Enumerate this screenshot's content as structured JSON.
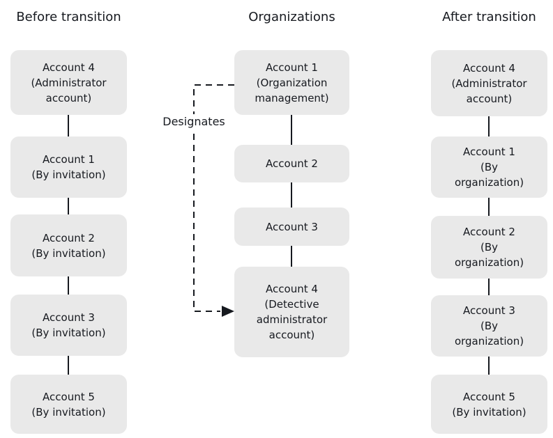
{
  "designates_label": "Designates",
  "columns": [
    {
      "header": "Before transition",
      "boxes": [
        {
          "label": "Account 4\n(Administrator\naccount)"
        },
        {
          "label": "Account 1\n(By invitation)"
        },
        {
          "label": "Account 2\n(By invitation)"
        },
        {
          "label": "Account 3\n(By invitation)"
        },
        {
          "label": "Account 5\n(By invitation)"
        }
      ]
    },
    {
      "header": "Organizations",
      "boxes": [
        {
          "label": "Account 1\n(Organization\nmanagement)"
        },
        {
          "label": "Account 2"
        },
        {
          "label": "Account 3"
        },
        {
          "label": "Account 4\n(Detective\nadministrator\naccount)"
        }
      ]
    },
    {
      "header": "After transition",
      "boxes": [
        {
          "label": "Account 4\n(Administrator\naccount)"
        },
        {
          "label": "Account 1\n(By\norganization)"
        },
        {
          "label": "Account 2\n(By\norganization)"
        },
        {
          "label": "Account 3\n(By\norganization)"
        },
        {
          "label": "Account 5\n(By invitation)"
        }
      ]
    }
  ],
  "colors": {
    "box_fill": "#e9e9e9",
    "line": "#16191f",
    "text": "#16191f",
    "background": "#ffffff"
  }
}
